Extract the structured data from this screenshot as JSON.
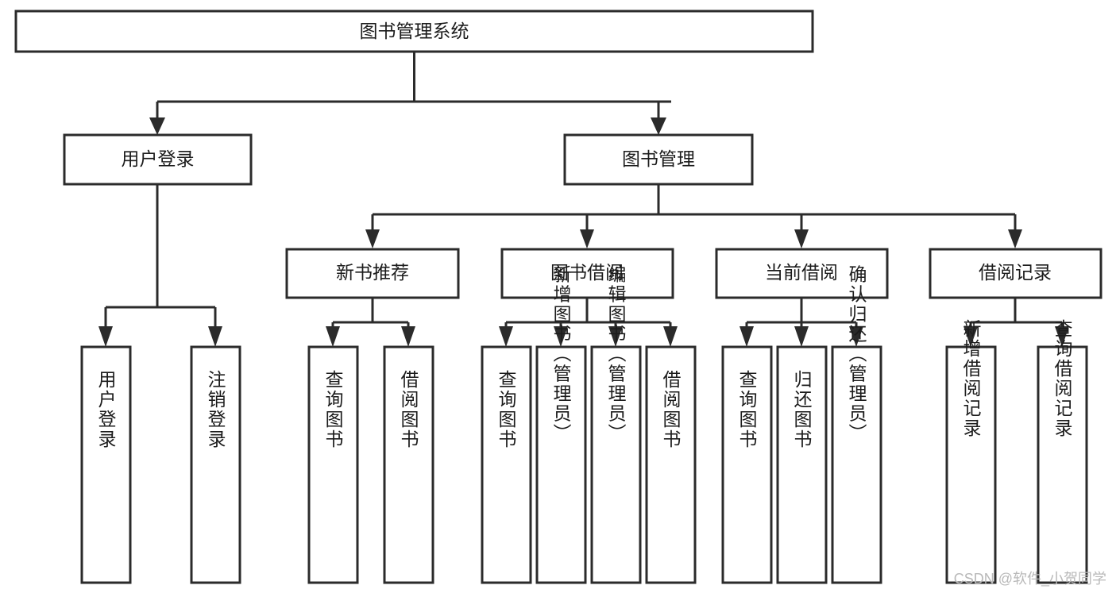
{
  "diagram": {
    "type": "tree",
    "title": "图书管理系统",
    "watermark": "CSDN @软件_小贺同学",
    "colors": {
      "stroke": "#2b2b2b",
      "fill": "#ffffff",
      "text": "#1c1c1c",
      "watermark": "#b9b9b9"
    },
    "root": {
      "label": "图书管理系统"
    },
    "level1": [
      {
        "label": "用户登录"
      },
      {
        "label": "图书管理"
      }
    ],
    "level2": [
      {
        "label": "新书推荐"
      },
      {
        "label": "图书借阅"
      },
      {
        "label": "当前借阅"
      },
      {
        "label": "借阅记录"
      }
    ],
    "leaves": {
      "user_login": [
        {
          "label": "用户登录"
        },
        {
          "label": "注销登录"
        }
      ],
      "new_book": [
        {
          "label": "查询图书"
        },
        {
          "label": "借阅图书"
        }
      ],
      "borrow_book": [
        {
          "label": "查询图书"
        },
        {
          "label": "新增图书（管理员）"
        },
        {
          "label": "编辑图书（管理员）"
        },
        {
          "label": "借阅图书"
        }
      ],
      "current_borrow": [
        {
          "label": "查询图书"
        },
        {
          "label": "归还图书"
        },
        {
          "label": "确认归还（管理员）"
        }
      ],
      "borrow_record": [
        {
          "label": "新增借阅记录"
        },
        {
          "label": "查询借阅记录"
        }
      ]
    }
  }
}
